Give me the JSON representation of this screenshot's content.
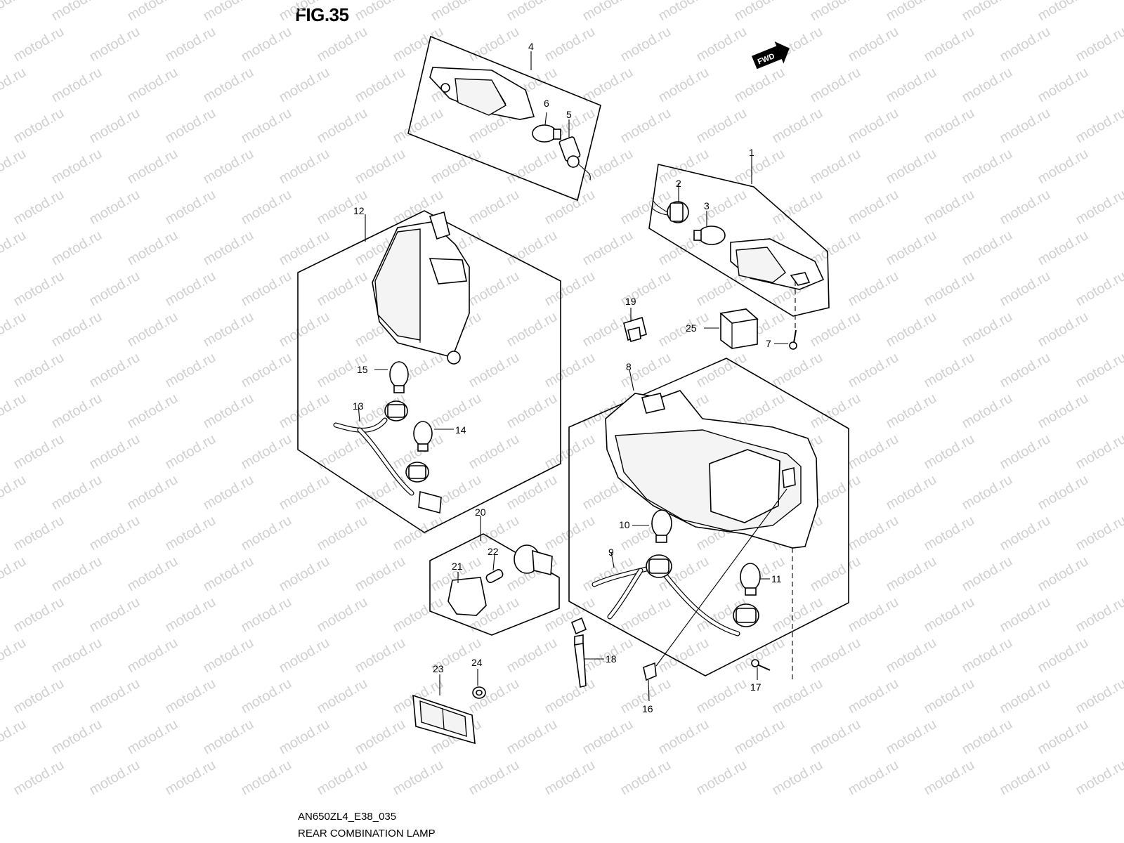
{
  "figure_title": "FIG.35",
  "direction_badge": "FWD",
  "diagram_code": "AN650ZL4_E38_035",
  "diagram_name": "REAR COMBINATION LAMP",
  "watermark": "motod.ru",
  "callouts": [
    "1",
    "2",
    "3",
    "4",
    "5",
    "6",
    "7",
    "8",
    "9",
    "10",
    "11",
    "12",
    "13",
    "14",
    "15",
    "16",
    "17",
    "18",
    "19",
    "20",
    "21",
    "22",
    "23",
    "24",
    "25"
  ]
}
